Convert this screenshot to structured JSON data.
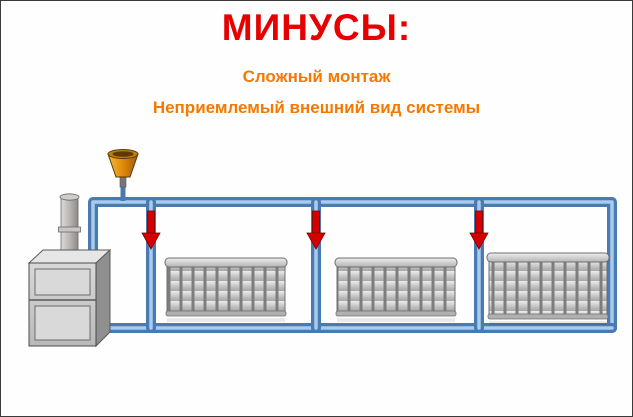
{
  "slide": {
    "title": "МИНУСЫ:",
    "bullets": [
      "Сложный монтаж",
      "Неприемлемый внешний вид  системы"
    ]
  },
  "colors": {
    "title_red": "#e60000",
    "bullet_orange": "#f57900",
    "pipe_blue": "#4a7ab2",
    "pipe_highlight": "#a9cbec",
    "arrow_red": "#d40000",
    "radiator_gray": "#c4c4c4",
    "boiler_gray": "#cfcfcf",
    "tank_orange": "#e08908",
    "chimney_gray": "#b9b6b4"
  },
  "diagram": {
    "parts": [
      "boiler",
      "chimney",
      "expansion-tank",
      "supply-pipe",
      "return-pipe",
      "riser-drop-1",
      "riser-drop-2",
      "riser-drop-3",
      "radiator-1",
      "radiator-2",
      "radiator-3",
      "flow-arrow-1",
      "flow-arrow-2",
      "flow-arrow-3"
    ]
  }
}
